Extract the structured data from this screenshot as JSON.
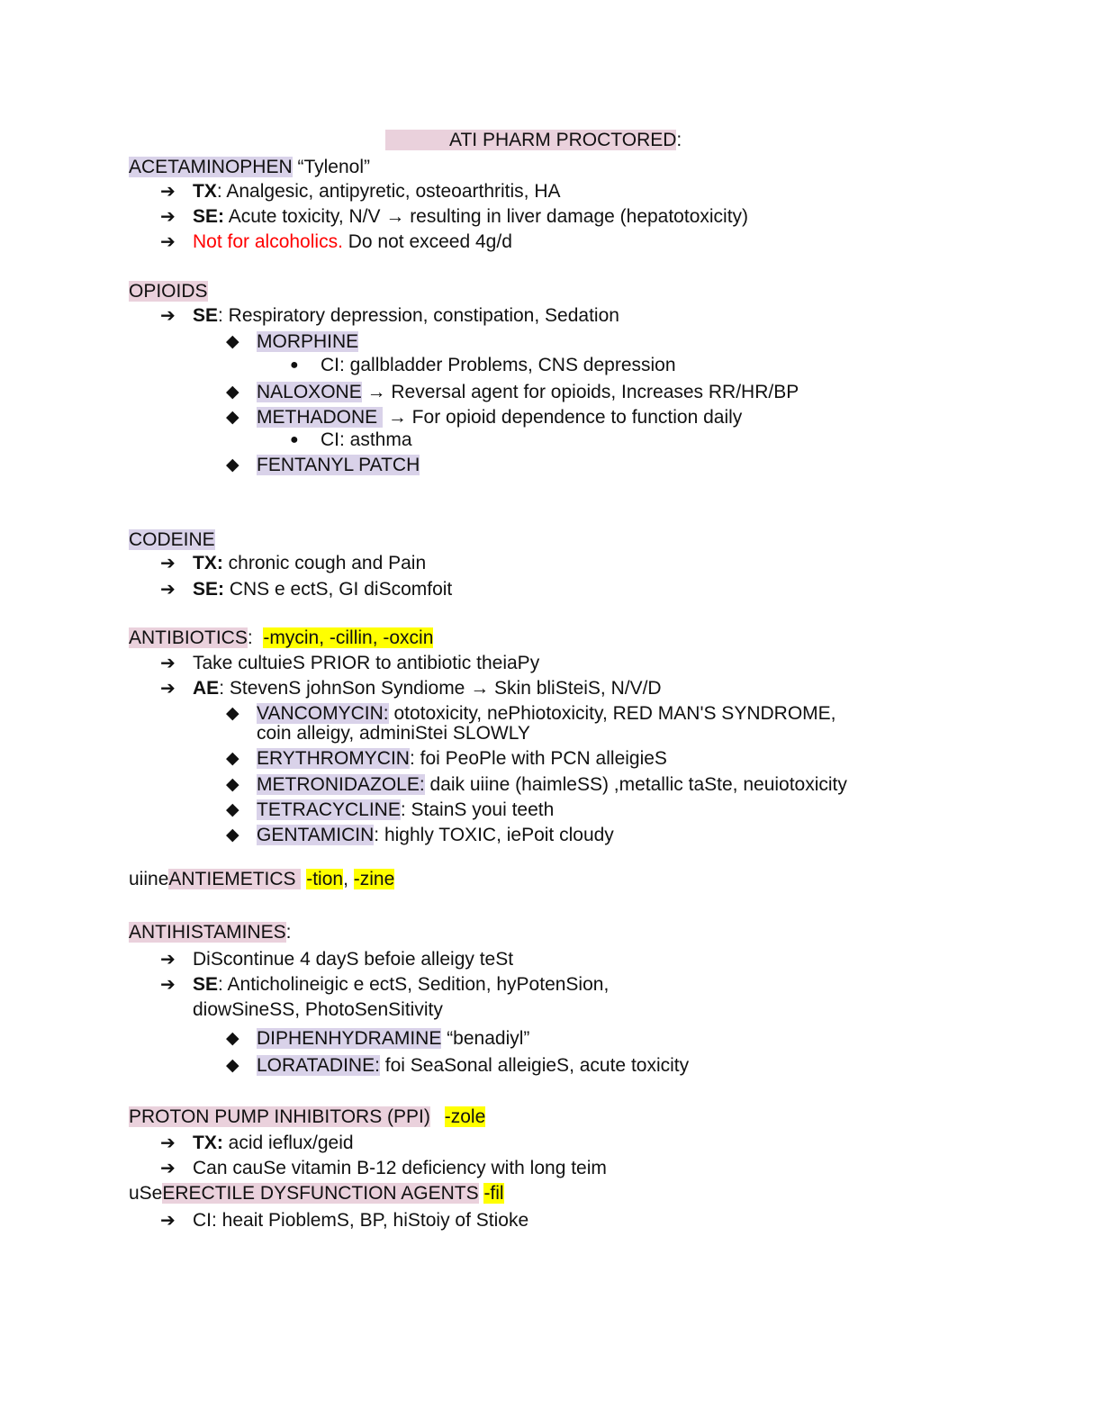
{
  "title": "ATI PHARM PROCTORED",
  "title_suffix": ":",
  "acetaminophen": {
    "name": "ACETAMINOPHEN",
    "brand": " “Tylenol”",
    "tx_label": "TX",
    "tx_text": ": Analgesic, antipyretic, osteoarthritis, HA",
    "se_label": "SE:",
    "se_text": " Acute toxicity, N/V → resulting in liver damage (hepatotoxicity)",
    "warning": "Not for alcoholics.",
    "warning_rest": " Do not exceed 4g/d"
  },
  "opioids": {
    "name": "OPIOIDS",
    "se_label": "SE",
    "se_text": ": Respiratory depression, constipation, Sedation",
    "morphine": "MORPHINE",
    "morphine_ci": "CI: gallbladder Problems,  CNS depression",
    "naloxone": "NALOXONE",
    "naloxone_text": " → Reversal agent for opioids, Increases RR/HR/BP",
    "methadone": "METHADONE ",
    "methadone_text": " → For opioid dependence to function daily",
    "methadone_ci": "CI: asthma",
    "fentanyl": "FENTANYL PATCH"
  },
  "codeine": {
    "name": "CODEINE",
    "tx_label": "TX:",
    "tx_text": " chronic cough and Pain",
    "se_label": "SE:",
    "se_text": " CNS e ectS, GI diScomfoit"
  },
  "antibiotics": {
    "name": "ANTIBIOTICS",
    "colon": ":  ",
    "suffixes": "-mycin, -cillin, -oxcin",
    "item1": "Take cultuieS PRIOR to antibiotic theiaPy",
    "ae_label": "AE",
    "ae_text": ": StevenS johnSon Syndiome → Skin bliSteiS, N/V/D",
    "vancomycin": "VANCOMYCIN:",
    "vancomycin_text": " ototoxicity, nePhiotoxicity, RED MAN'S SYNDROME,",
    "vancomycin_text2": "coin alleigy, adminiStei SLOWLY",
    "erythromycin": "ERYTHROMYCIN",
    "erythromycin_text": ": foi PeoPle with PCN alleigieS",
    "metronidazole": "METRONIDAZOLE:",
    "metronidazole_text": " daik uiine (haimleSS) ,metallic taSte, neuiotoxicity",
    "tetracycline": "TETRACYCLINE",
    "tetracycline_text": ": StainS youi teeth",
    "gentamicin": "GENTAMICIN",
    "gentamicin_text": ": highly TOXIC, iePoit cloudy"
  },
  "antiemetics": {
    "prefix": "uiine",
    "name": "ANTIEMETICS ",
    "suffix1": "-tion",
    "comma": ", ",
    "suffix2": "-zine"
  },
  "antihistamines": {
    "name": "ANTIHISTAMINES",
    "colon": ":",
    "item1": "DiScontinue 4 dayS befoie alleigy teSt",
    "se_label": "SE",
    "se_text": ": Anticholineigic e  ectS, Sedition, hyPotenSion,",
    "se_text2": "diowSineSS, PhotoSenSitivity",
    "diphenhydramine": "DIPHENHYDRAMINE",
    "diphenhydramine_text": " “benadiyl”",
    "loratadine": "LORATADINE:",
    "loratadine_text": " foi SeaSonal alleigieS, acute toxicity"
  },
  "ppi": {
    "name": "PROTON PUMP INHIBITORS (PPI)",
    "suffix": "-zole",
    "tx_label": "TX:",
    "tx_text": " acid ieflux/geid",
    "item2": "Can cauSe vitamin B-12 deficiency with long teim"
  },
  "ed": {
    "prefix": "uSe",
    "name": "ERECTILE DYSFUNCTION AGENTS",
    "suffix": "-fil",
    "ci_text": "CI: heait PioblemS, BP, hiStoiy of Stioke"
  }
}
